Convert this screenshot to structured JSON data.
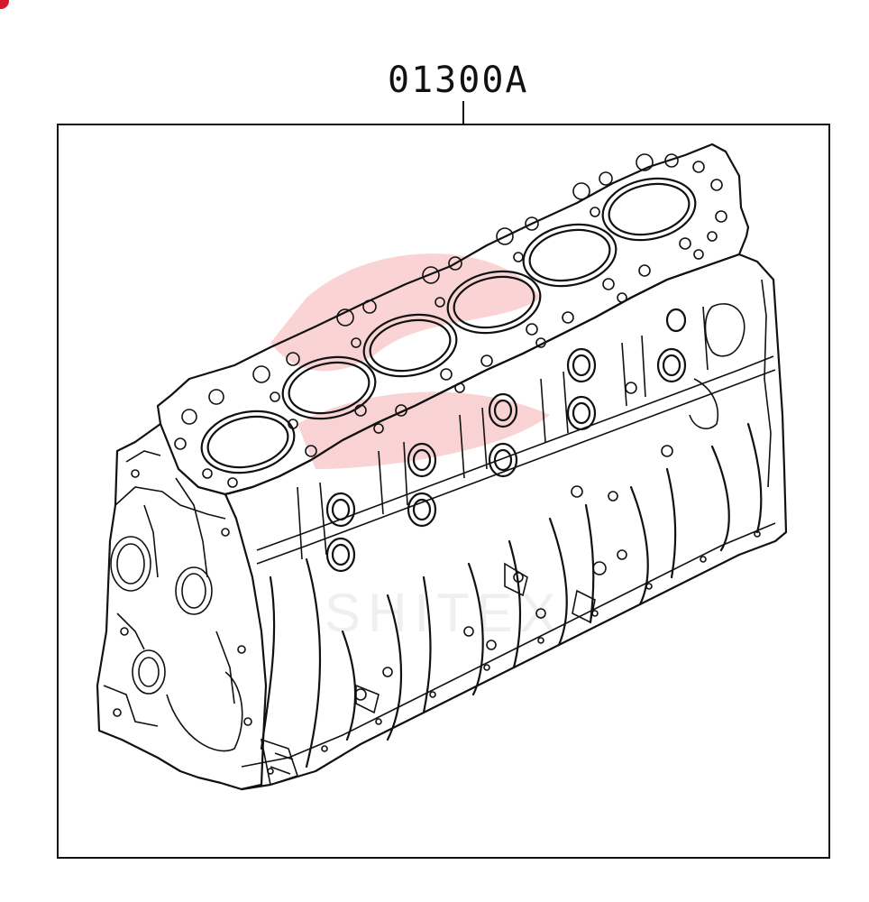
{
  "diagram": {
    "part_number": "01300A",
    "subject": "engine-cylinder-block",
    "cylinder_count": 6,
    "watermark_color": "#e63c3c",
    "line_color": "#111111",
    "badge_color": "#d9182b"
  }
}
